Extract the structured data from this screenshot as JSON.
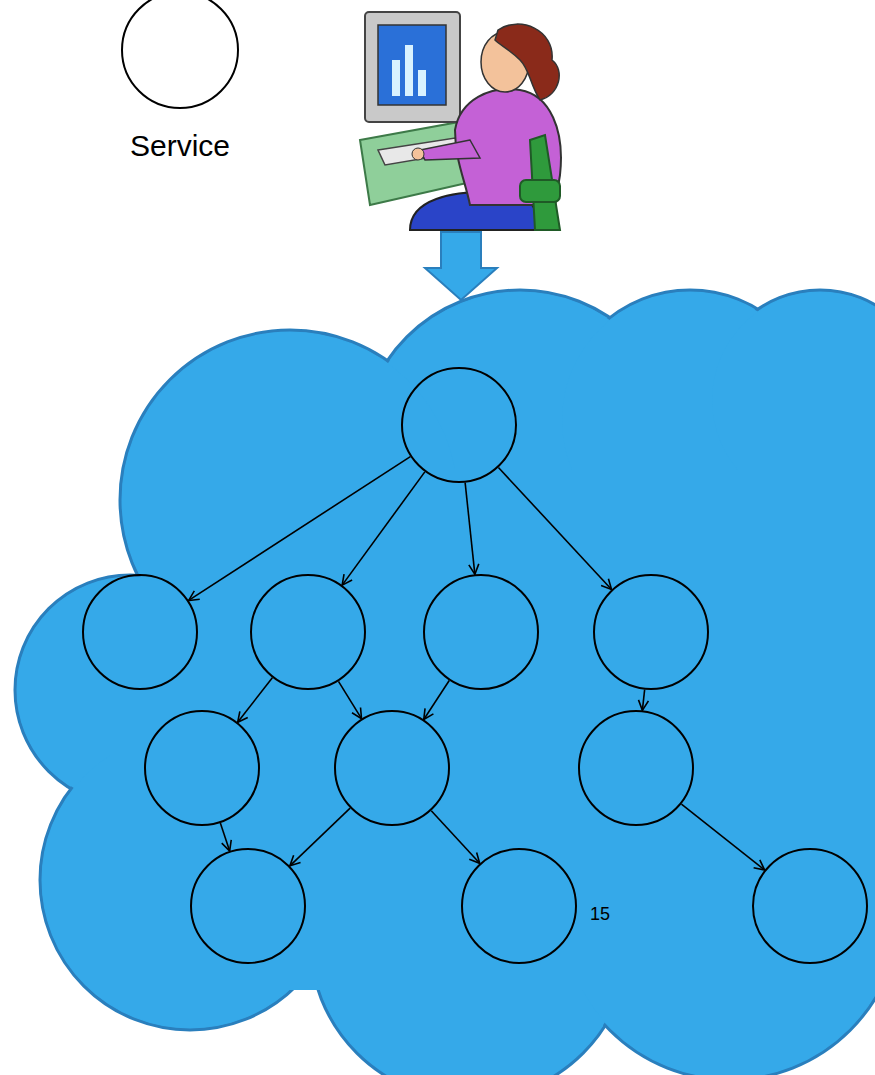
{
  "diagram": {
    "nodes": [
      {
        "text": [
          "Service"
        ]
      },
      {
        "text": []
      },
      {
        "text": []
      },
      {
        "text": []
      },
      {
        "text": []
      },
      {
        "text": []
      },
      {
        "text": []
      },
      {
        "text": []
      },
      {
        "text": []
      },
      {
        "text": []
      },
      {
        "text": []
      },
      {
        "text": []
      }
    ],
    "edges": [
      {
        "from": 1,
        "to": 2,
        "arrow": "to"
      },
      {
        "from": 1,
        "to": 3,
        "arrow": "to"
      },
      {
        "from": 1,
        "to": 4,
        "arrow": "to"
      },
      {
        "from": 1,
        "to": 5,
        "arrow": "to"
      },
      {
        "from": 3,
        "to": 6,
        "arrow": "to"
      },
      {
        "from": 3,
        "to": 7,
        "arrow": "to"
      },
      {
        "from": 4,
        "to": 7,
        "arrow": "to"
      },
      {
        "from": 5,
        "to": 8,
        "arrow": "to"
      },
      {
        "from": 6,
        "to": 9,
        "arrow": "to"
      },
      {
        "from": 7,
        "to": 9,
        "arrow": "to"
      },
      {
        "from": 7,
        "to": 10,
        "arrow": "to"
      },
      {
        "from": 8,
        "to": 11,
        "arrow": "to"
      }
    ],
    "labels": [
      "15"
    ]
  }
}
